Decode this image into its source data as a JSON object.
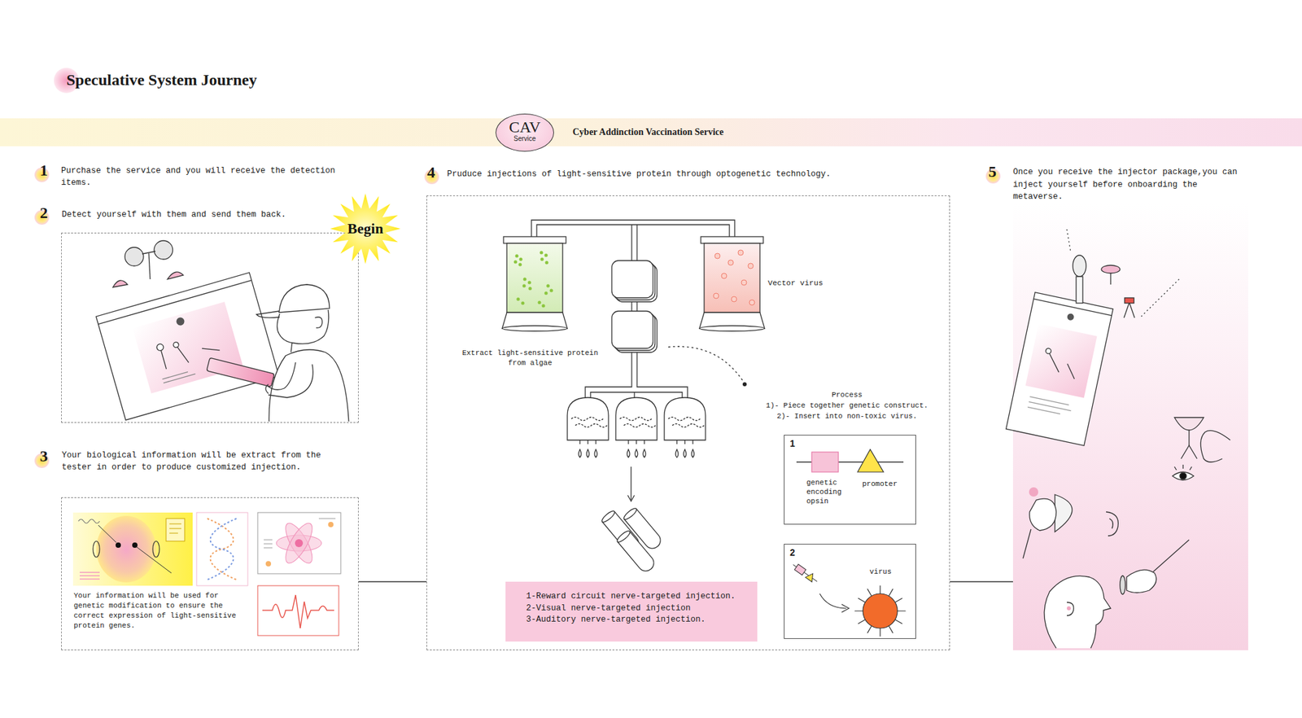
{
  "diagram": {
    "title": "Speculative System Journey",
    "nodes": [
      {
        "text": [
          "Cyber Addinction Vaccination Service"
        ]
      },
      {
        "text": [
          "CAV",
          "Service"
        ],
        "in": 0
      },
      {
        "text": [
          "Detect yourself with them and send them back."
        ]
      },
      {
        "text": [
          "Begin"
        ]
      },
      {
        "text": [
          "Your biological information will be extract from the tester in order to produce customized injection.",
          "Your information will be used for genetic modification to ensure the correct expression of light-sensitive protein genes."
        ]
      },
      {
        "text": [
          "Pruduce injections of light-sensitive protein through optogenetic technology."
        ]
      },
      {
        "text": [
          "1",
          "genetic encoding opsin",
          "promoter"
        ],
        "in": 5
      },
      {
        "text": [
          "2",
          "virus"
        ],
        "in": 5
      },
      {
        "text": [
          "1-Reward circuit nerve-targeted injection.",
          "2-Visual nerve-targeted injection",
          "3-Auditory nerve-targeted injection."
        ],
        "in": 5
      },
      {
        "text": [
          "Once you receive the injector package,you can inject yourself before onboarding the metaverse."
        ]
      }
    ],
    "edges": [
      {
        "from": 4,
        "to": 5,
        "arrow": "none"
      },
      {
        "from": 5,
        "to": 9,
        "arrow": "none"
      }
    ],
    "labels": [
      "1",
      "Purchase the service and you will receive the detection items.",
      "2",
      "3",
      "4",
      "Extract light-sensitive protein from algae",
      "Vector virus",
      "Process",
      "1)- Piece together genetic construct.",
      "2)- Insert into non-toxic virus.",
      "5"
    ]
  }
}
